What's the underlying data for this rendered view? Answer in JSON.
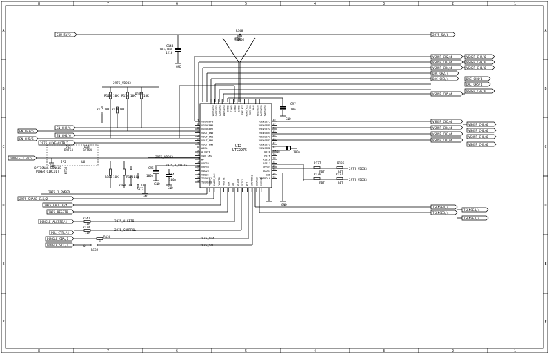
{
  "zones": {
    "top": [
      "8",
      "7",
      "6",
      "5",
      "4",
      "3",
      "2",
      "1"
    ],
    "side": [
      "A",
      "B",
      "C",
      "D",
      "E",
      "F"
    ]
  },
  "chip": {
    "ref": "U12",
    "part": "LTC2975",
    "left_pins": [
      "1",
      "2",
      "3",
      "4",
      "5",
      "6",
      "7",
      "8",
      "9",
      "10",
      "11",
      "12",
      "13",
      "14",
      "15",
      "16",
      "17"
    ],
    "left_pin_names": [
      "VSENSEP0",
      "VSENSEM0",
      "VSENSEP1",
      "VOUT_EN0",
      "VOUT_EN1",
      "VOUT_EN2",
      "VOUT_EN3",
      "ASEL",
      "ALERTB",
      "VIN_SNS",
      "WP",
      "VDD33",
      "VDD33",
      "VDD25",
      "VDD25",
      "TSENSE1",
      "TSENSE0"
    ],
    "right_pins": [
      "48",
      "47",
      "46",
      "45",
      "44",
      "43",
      "42",
      "41",
      "40",
      "39",
      "38",
      "37",
      "36",
      "35",
      "34",
      "33"
    ],
    "right_pin_names": [
      "VSENSEP5",
      "VSENSEM5",
      "VSENSEP4",
      "VSENSEM4",
      "VSENSEP3",
      "VSENSEM3",
      "VSENSEP2",
      "VSENSEM2",
      "REFP",
      "REFM",
      "ASEL0",
      "ASEL1",
      "VDD33",
      "VDD33",
      "GND",
      "CONTROL0"
    ],
    "top_pin_names": [
      "VSENSEP6",
      "VSENSEM6",
      "VSENSEP7",
      "VSENSEM7",
      "VDAC0",
      "VDAC1",
      "VDAC2",
      "VDAC3",
      "IIN_SNS",
      "IIN_SNSM",
      "VIN_SNS",
      "VPWR",
      "VSENSEP3",
      "VSENSEP2",
      "VSENSEM1"
    ],
    "bottom_pin_names": [
      "PWRGD",
      "SHARE_CLK",
      "FAULTB0",
      "FAULTB1",
      "SDA",
      "SCL",
      "GPIO0",
      "GPIO1",
      "WDI",
      "CONTROL1",
      "ISENSE0",
      "ISENSE1"
    ]
  },
  "nets": {
    "p5v": "SBU_5V/2",
    "p5v_right": "2975_5V/6",
    "vdd33_a": "2975_VDD33",
    "vdd33_b": "2975_VDD33",
    "vdd33_c": "2975_VDD33",
    "vdd33_d": "2975_VDD33",
    "vdd25": "2975_1_VDD25",
    "pwrgd": "2975_1_PWRGD",
    "share_clk": "2975_SHARE_CLK/2",
    "faultb": "2975_FAULTB/4",
    "resetb": "2975_RESETB",
    "alertb_flag": "DONGLE_ALERTB/4",
    "alertb_net": "2975_ALERTB",
    "control_net": "2975_CONTROL",
    "pol_ctrl": "POL_CTRL/4",
    "sda_flag": "DONGLE_SDA/1",
    "scl_flag": "DONGLE_SCL/1",
    "sda_net": "2975_SDA",
    "scl_net": "2975_SCL",
    "auxfault": "2975_AUXFAULTB/2",
    "dongle_3v3": "DONGLE_3.3V/4",
    "en_ch2": "EN_CH2/6",
    "en_ch4": "EN_CH4/6",
    "en_ch3": "EN_CH3/6",
    "en_ch5": "EN_CH5/6",
    "tsense4": "TSENSE4/4",
    "tsense3": "TSENSE3/4",
    "tsense4_r": "TSENSE4/4",
    "tsense3_r": "TSENSE3/4"
  },
  "right_top_flags": [
    {
      "left": "VSNSP_CH2/4",
      "right": "VSNSP_CH2/6"
    },
    {
      "left": "VSNSP_CH3/4",
      "right": "VSNSP_CH3/6"
    },
    {
      "left": "VSNSP_CH4/4",
      "right": "VSNSP_CH4/6"
    },
    {
      "left": "DAC_CH2/4",
      "right": ""
    },
    {
      "left": "DAC_CH3/4",
      "right": "DAC_CH4/4"
    },
    {
      "left": "",
      "right": "DAC_CH5/4"
    },
    {
      "left": "VSNSP_CH5/4",
      "right": "VSNSP_CH5/6"
    }
  ],
  "right_mid_flags": [
    {
      "left": "VSNSP_CH5/4",
      "right": "VSNSP_CH5/6"
    },
    {
      "left": "VSNSP_CH4/4",
      "right": "VSNSP_CH4/6"
    },
    {
      "left": "VSNSP_CH3/4",
      "right": "VSNSP_CH3/6"
    },
    {
      "left": "VSNSP_CH2/4",
      "right": "VSNSP_CH2/6"
    }
  ],
  "parts": {
    "r148": {
      "ref": "R148",
      "val": "10K",
      "val2": "0402"
    },
    "c144": {
      "ref": "C144",
      "val": "10u/16V",
      "val2": "1210"
    },
    "c97": {
      "ref": "C97",
      "val": "10n"
    },
    "c95": {
      "ref": "C95",
      "val": "100n"
    },
    "c94": {
      "ref": "C94",
      "val": "100n"
    },
    "c98": {
      "ref": "C98",
      "val": "100n"
    },
    "r141": {
      "ref": "R141",
      "val": "10K"
    },
    "r174": {
      "ref": "R174",
      "val": "10K"
    },
    "r138": {
      "ref": "R138",
      "val": "0"
    },
    "r139": {
      "ref": "R139",
      "val": "0"
    },
    "r137": {
      "ref": "R137",
      "val": "DPT"
    },
    "r136": {
      "ref": "R136",
      "val": "DPT"
    },
    "r113": {
      "ref": "R113",
      "val": "10K"
    },
    "r114": {
      "ref": "R114",
      "val": "10K"
    },
    "r112": {
      "ref": "R112",
      "val": "10K"
    },
    "r115": {
      "ref": "R115",
      "val": "10K"
    },
    "r116": {
      "ref": "R116",
      "val": "10K"
    },
    "r170": {
      "ref": "R170",
      "val": "10K"
    },
    "r171": {
      "ref": "R171",
      "val": "10K"
    },
    "r172": {
      "ref": "R172",
      "val": "10K"
    },
    "r173": {
      "ref": "R173",
      "val": "10K"
    },
    "r160": {
      "ref": "R160",
      "val": "10K"
    },
    "r168": {
      "ref": "R168",
      "val": "10K"
    },
    "d13": {
      "ref": "D13",
      "val": "BAT54"
    },
    "u6": {
      "ref": "U6"
    },
    "jp": {
      "ref": "JP2",
      "val": "NTB8"
    }
  },
  "notes": {
    "dongle_line1": "OPTIONAL DONGLE",
    "dongle_line2": "POWER CIRCUIT"
  },
  "gnd": "GND"
}
